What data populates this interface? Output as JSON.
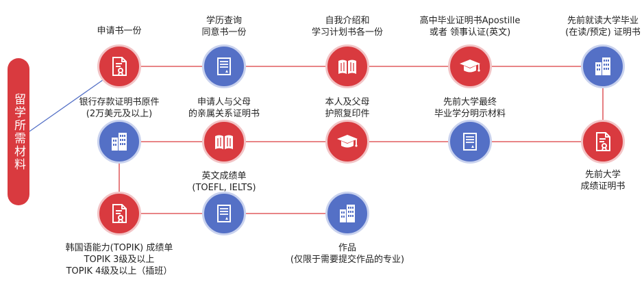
{
  "title": "留学所需材料",
  "colors": {
    "red": "#d93a3f",
    "blue": "#5470c6",
    "line_red": "#d93a3f",
    "line_blue": "#5470c6"
  },
  "nodes": [
    {
      "id": "n1",
      "icon": "certificate-icon",
      "color": "red",
      "label": [
        "申请书一份"
      ]
    },
    {
      "id": "n2",
      "icon": "document-icon",
      "color": "blue",
      "label": [
        "学历查询",
        "同意书一份"
      ]
    },
    {
      "id": "n3",
      "icon": "book-icon",
      "color": "red",
      "label": [
        "自我介绍和",
        "学习计划书各一份"
      ]
    },
    {
      "id": "n4",
      "icon": "graduation-cap-icon",
      "color": "red",
      "label": [
        "高中毕业证明书Apostille",
        "或者 领事认证(英文)"
      ]
    },
    {
      "id": "n5",
      "icon": "building-icon",
      "color": "blue",
      "label": [
        "先前就读大学毕业",
        "(在读/预定) 证明书"
      ]
    },
    {
      "id": "n6",
      "icon": "building-icon",
      "color": "blue",
      "label": [
        "银行存款证明书原件",
        "(2万美元及以上)"
      ]
    },
    {
      "id": "n7",
      "icon": "book-icon",
      "color": "red",
      "label": [
        "申请人与父母",
        "的亲属关系证明书"
      ]
    },
    {
      "id": "n8",
      "icon": "graduation-cap-icon",
      "color": "red",
      "label": [
        "本人及父母",
        "护照复印件"
      ]
    },
    {
      "id": "n9",
      "icon": "document-icon",
      "color": "blue",
      "label": [
        "先前大学最终",
        "毕业学分明示材料"
      ]
    },
    {
      "id": "n10",
      "icon": "certificate-icon",
      "color": "red",
      "label": [
        "先前大学",
        "成绩证明书"
      ]
    },
    {
      "id": "n11",
      "icon": "certificate-icon",
      "color": "red",
      "label": [
        "韩国语能力(TOPIK) 成绩单",
        "TOPIK 3级及以上",
        "TOPIK 4级及以上（插班）"
      ]
    },
    {
      "id": "n12",
      "icon": "document-icon",
      "color": "blue",
      "label": [
        "英文成绩单",
        "(TOEFL, IELTS)"
      ]
    },
    {
      "id": "n13",
      "icon": "building-icon",
      "color": "blue",
      "label": [
        "作品",
        "(仅限于需要提交作品的专业)"
      ]
    }
  ]
}
